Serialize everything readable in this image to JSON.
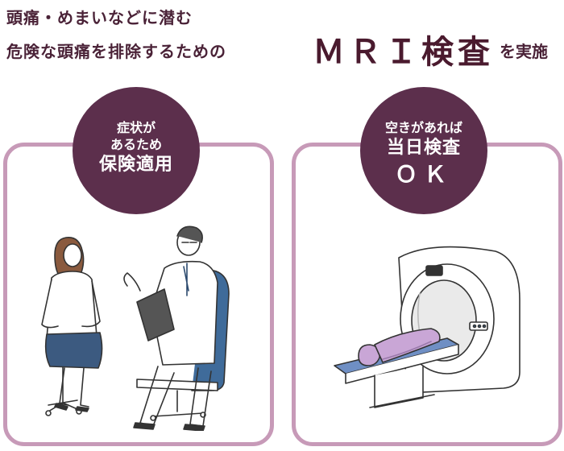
{
  "headline": {
    "line1": "頭痛・めまいなどに潜む",
    "line2": "危険な頭痛を排除するための",
    "emphasis": "ＭＲＩ検査",
    "tail": "を実施"
  },
  "left_badge": {
    "line1": "症状が",
    "line2": "あるため",
    "line3": "保険適用"
  },
  "right_badge": {
    "line1": "空きがあれば",
    "line2": "当日検査",
    "line3": "ＯＫ"
  },
  "colors": {
    "text": "#4a2237",
    "badge": "#5c2f4c",
    "panel_border": "#c79ab8",
    "skirt": "#3c5a80",
    "chair": "#3f6b9a",
    "mri_bed": "#6f8fc4",
    "patient": "#c9a6d6"
  }
}
